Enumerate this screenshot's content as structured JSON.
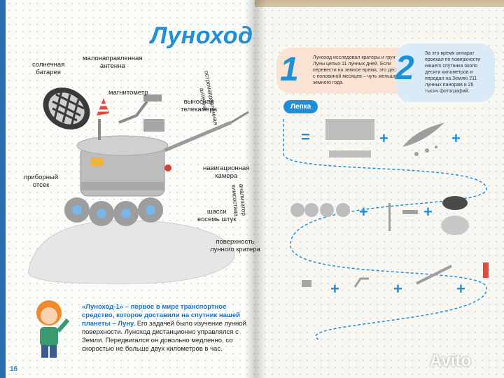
{
  "left_page": {
    "title": "Луноход",
    "labels": {
      "solar_battery": "солнечная\nбатарея",
      "antenna": "малонаправленная\nантенна",
      "magnetometer": "магнитометр",
      "telecamera": "выносная\nтелекамера",
      "directional_antenna": "остронаправленная\nантенна",
      "instrument_bay": "приборный\nотсек",
      "nav_camera": "навигационная\nкамера",
      "chem_analyzer": "анализатор\nхимсостава",
      "chassis": "шасси\nвосемь штук",
      "crater_surface": "поверхность\nлунного кратера"
    },
    "callout_highlight": "«Луноход-1» – первое в мире транспортное средство, которое доставили на спутник нашей планеты – Луну.",
    "callout_text": "Его задачей было изучение лунной поверхности. Луноход дистанционно управлялся с Земли. Передвигался он довольно медленно, со скоростью не больше двух километров в час.",
    "page_number": "16"
  },
  "right_page": {
    "fact1_number": "1",
    "fact1_text": "Луноход исследовал кратеры и грунт Луны целых 11 лунных дней. Если перевести на земное время, это десять с половиной месяцев – чуть меньше земного года.",
    "fact2_number": "2",
    "fact2_text": "За это время аппарат проехал по поверхности нашего спутника около десяти километров и передал на Землю 211 лунных панорам и 25 тысяч фотографий.",
    "section_label": "Лепка"
  },
  "watermark": "Avito",
  "colors": {
    "accent": "#1f8fd8",
    "bubble1": "#fbe3d4",
    "bubble2": "#dbeaf7"
  }
}
